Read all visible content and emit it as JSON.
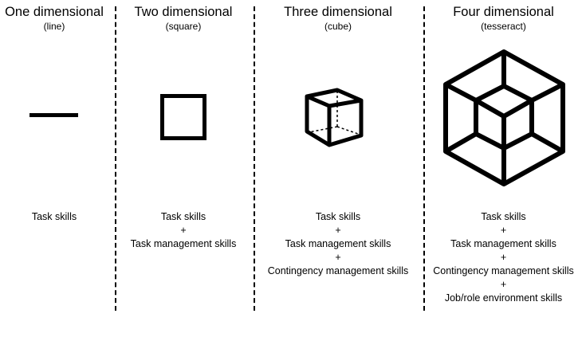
{
  "columns": [
    {
      "title": "One dimensional",
      "subtitle": "(line)",
      "shape_icon": "line-icon",
      "skills": [
        "Task skills"
      ]
    },
    {
      "title": "Two dimensional",
      "subtitle": "(square)",
      "shape_icon": "square-icon",
      "skills": [
        "Task skills",
        "+",
        "Task management skills"
      ]
    },
    {
      "title": "Three dimensional",
      "subtitle": "(cube)",
      "shape_icon": "cube-icon",
      "skills": [
        "Task skills",
        "+",
        "Task management skills",
        "+",
        "Contingency management skills"
      ]
    },
    {
      "title": "Four dimensional",
      "subtitle": "(tesseract)",
      "shape_icon": "tesseract-icon",
      "skills": [
        "Task skills",
        "+",
        "Task management skills",
        "+",
        "Contingency management skills",
        "+",
        "Job/role environment skills"
      ]
    }
  ],
  "colors": {
    "stroke": "#000000",
    "background": "#ffffff"
  }
}
